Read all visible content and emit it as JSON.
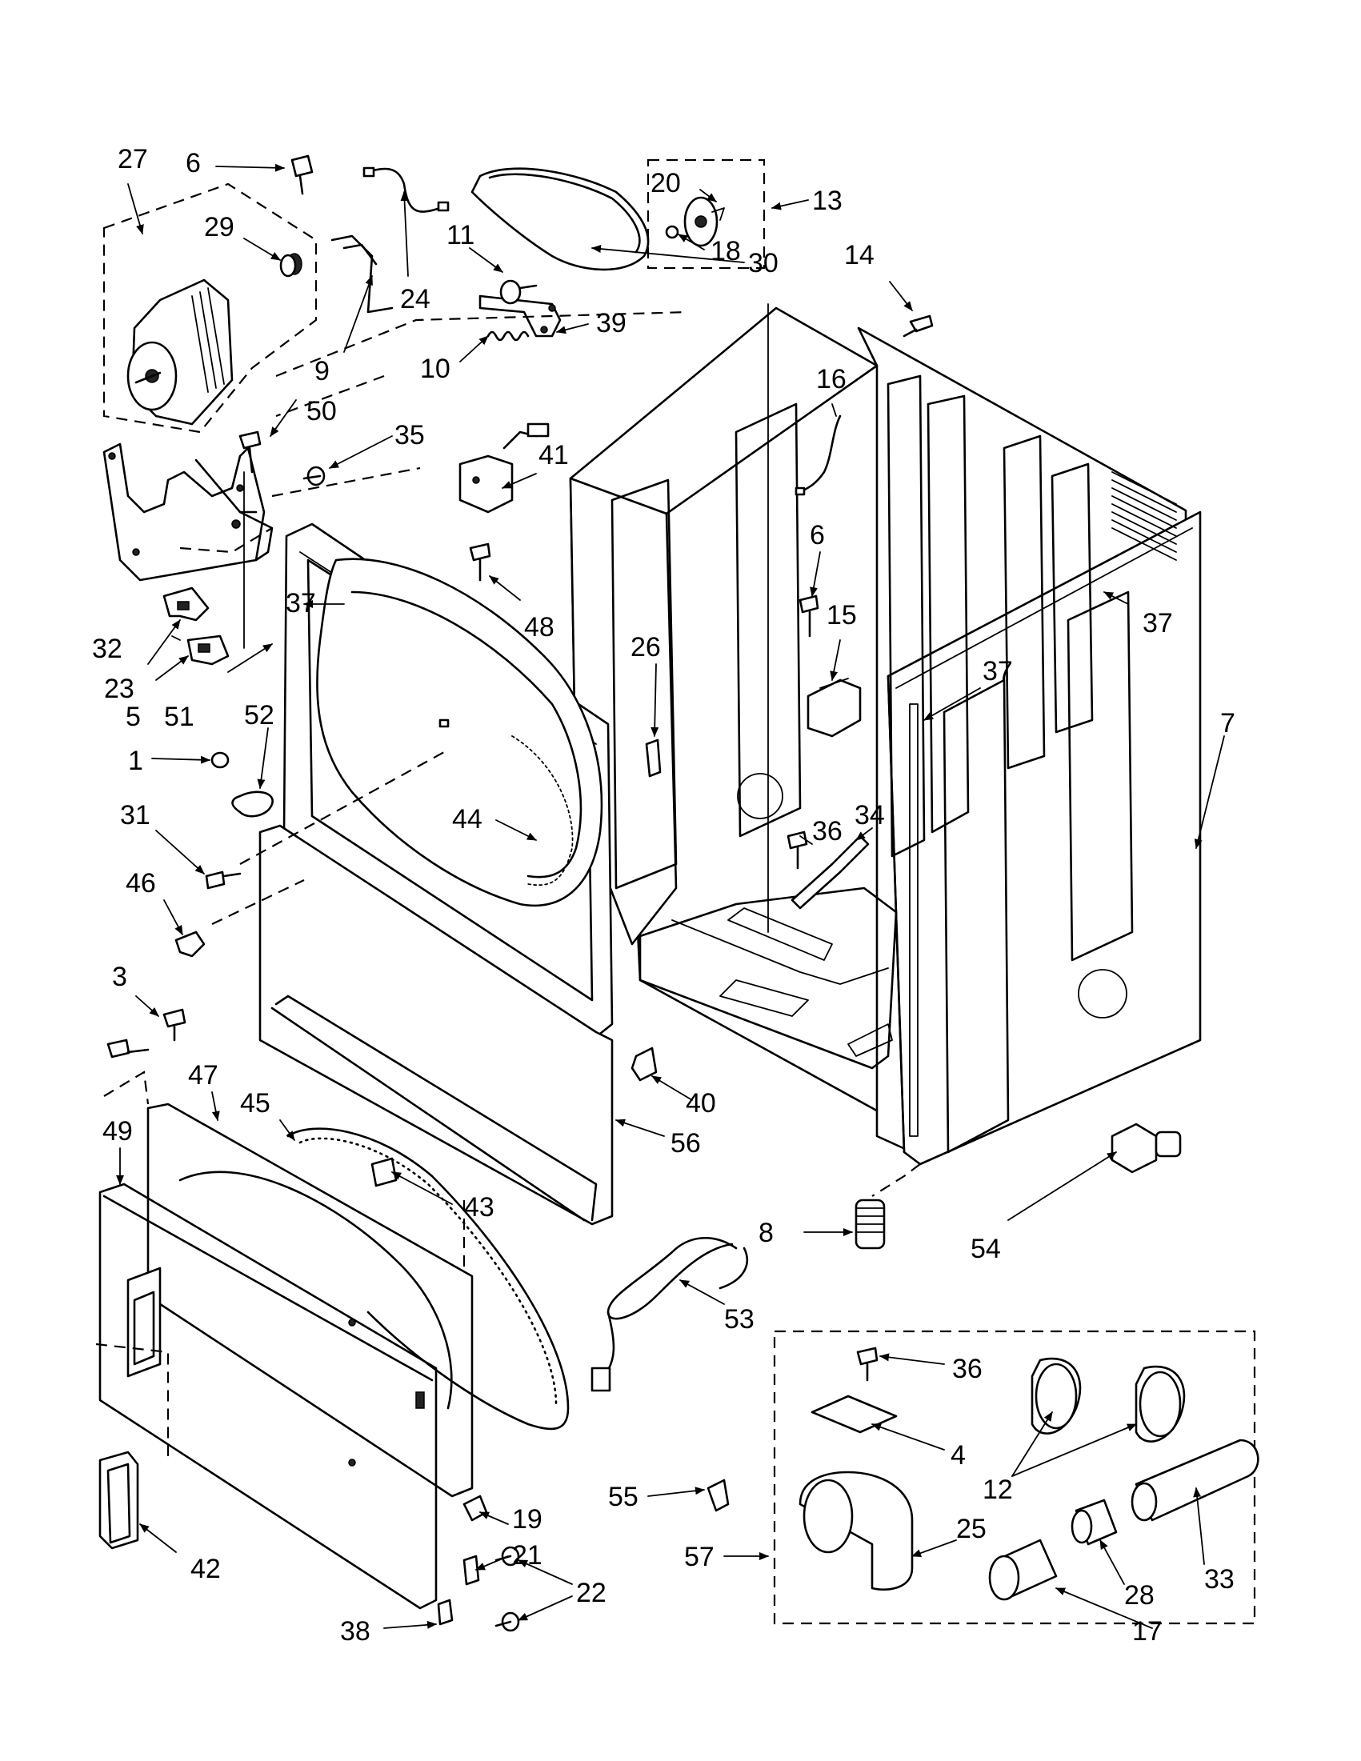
{
  "parts": [
    {
      "id": "1",
      "label": "1"
    },
    {
      "id": "3",
      "label": "3"
    },
    {
      "id": "4",
      "label": "4"
    },
    {
      "id": "5",
      "label": "5"
    },
    {
      "id": "6a",
      "label": "6"
    },
    {
      "id": "6b",
      "label": "6"
    },
    {
      "id": "7",
      "label": "7"
    },
    {
      "id": "8",
      "label": "8"
    },
    {
      "id": "9",
      "label": "9"
    },
    {
      "id": "10",
      "label": "10"
    },
    {
      "id": "11",
      "label": "11"
    },
    {
      "id": "12",
      "label": "12"
    },
    {
      "id": "13",
      "label": "13"
    },
    {
      "id": "14",
      "label": "14"
    },
    {
      "id": "15",
      "label": "15"
    },
    {
      "id": "16",
      "label": "16"
    },
    {
      "id": "17",
      "label": "17"
    },
    {
      "id": "18",
      "label": "18"
    },
    {
      "id": "19",
      "label": "19"
    },
    {
      "id": "20",
      "label": "20"
    },
    {
      "id": "21",
      "label": "21"
    },
    {
      "id": "22",
      "label": "22"
    },
    {
      "id": "23",
      "label": "23"
    },
    {
      "id": "24",
      "label": "24"
    },
    {
      "id": "25",
      "label": "25"
    },
    {
      "id": "26",
      "label": "26"
    },
    {
      "id": "27",
      "label": "27"
    },
    {
      "id": "28",
      "label": "28"
    },
    {
      "id": "29",
      "label": "29"
    },
    {
      "id": "30",
      "label": "30"
    },
    {
      "id": "31",
      "label": "31"
    },
    {
      "id": "32",
      "label": "32"
    },
    {
      "id": "33",
      "label": "33"
    },
    {
      "id": "34",
      "label": "34"
    },
    {
      "id": "35",
      "label": "35"
    },
    {
      "id": "36a",
      "label": "36"
    },
    {
      "id": "36b",
      "label": "36"
    },
    {
      "id": "37a",
      "label": "37"
    },
    {
      "id": "37b",
      "label": "37"
    },
    {
      "id": "37c",
      "label": "37"
    },
    {
      "id": "38",
      "label": "38"
    },
    {
      "id": "39",
      "label": "39"
    },
    {
      "id": "40",
      "label": "40"
    },
    {
      "id": "41",
      "label": "41"
    },
    {
      "id": "42",
      "label": "42"
    },
    {
      "id": "43",
      "label": "43"
    },
    {
      "id": "44",
      "label": "44"
    },
    {
      "id": "45",
      "label": "45"
    },
    {
      "id": "46",
      "label": "46"
    },
    {
      "id": "47",
      "label": "47"
    },
    {
      "id": "48",
      "label": "48"
    },
    {
      "id": "49",
      "label": "49"
    },
    {
      "id": "50",
      "label": "50"
    },
    {
      "id": "51",
      "label": "51"
    },
    {
      "id": "52",
      "label": "52"
    },
    {
      "id": "53",
      "label": "53"
    },
    {
      "id": "54",
      "label": "54"
    },
    {
      "id": "55",
      "label": "55"
    },
    {
      "id": "56",
      "label": "56"
    },
    {
      "id": "57",
      "label": "57"
    }
  ]
}
